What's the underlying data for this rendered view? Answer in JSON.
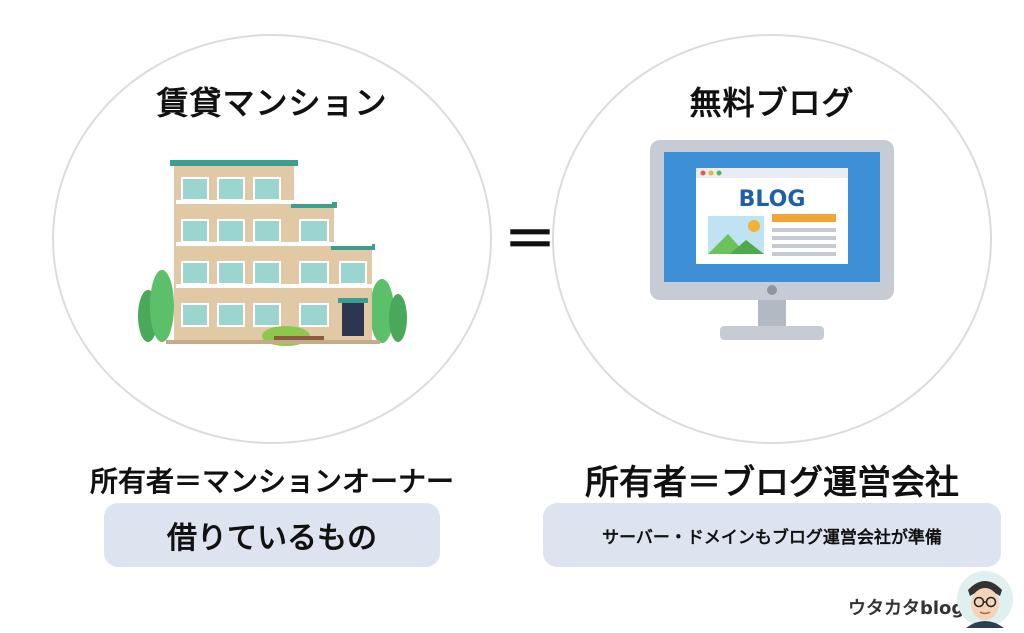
{
  "left": {
    "title": "賃貸マンション",
    "caption": "所有者＝マンションオーナー",
    "pill": "借りているもの",
    "icon": "apartment-building-icon"
  },
  "right": {
    "title": "無料ブログ",
    "caption": "所有者＝ブログ運営会社",
    "pill": "サーバー・ドメインもブログ運営会社が準備",
    "icon": "computer-monitor-icon",
    "screen_text": "BLOG"
  },
  "equals": "＝",
  "brand": "ウタカタblog",
  "colors": {
    "building": "#e2c9a6",
    "building_roof": "#3a9f8f",
    "monitor_screen": "#3d8fd6",
    "pill_bg": "#dde4f0"
  }
}
